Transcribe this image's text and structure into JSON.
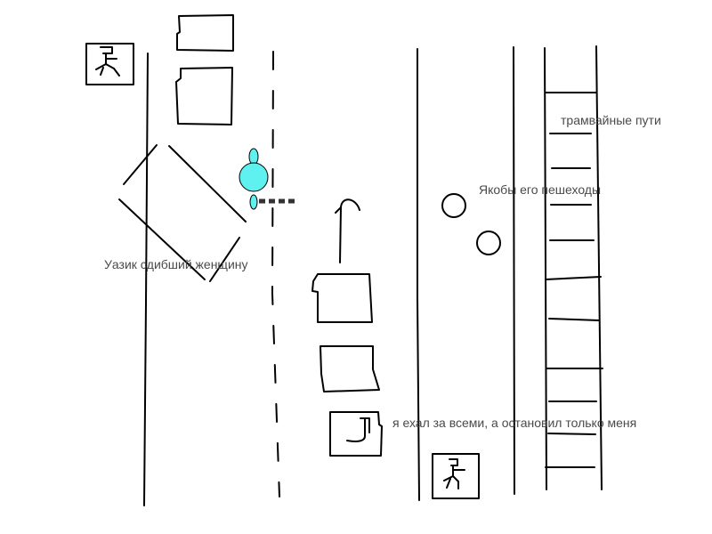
{
  "labels": {
    "tram_tracks": "трамвайные пути",
    "pedestrians": "Якобы его пешеходы",
    "uaz": "Уазик сдибший женщину",
    "me": "я ехал за всеми, а остановил только меня"
  },
  "colors": {
    "ink": "#000000",
    "woman_fill": "#5ff0f0",
    "text": "#4a4a4a"
  },
  "icons": [
    "pedestrian-sign-icon",
    "pedestrian-sign-icon"
  ]
}
